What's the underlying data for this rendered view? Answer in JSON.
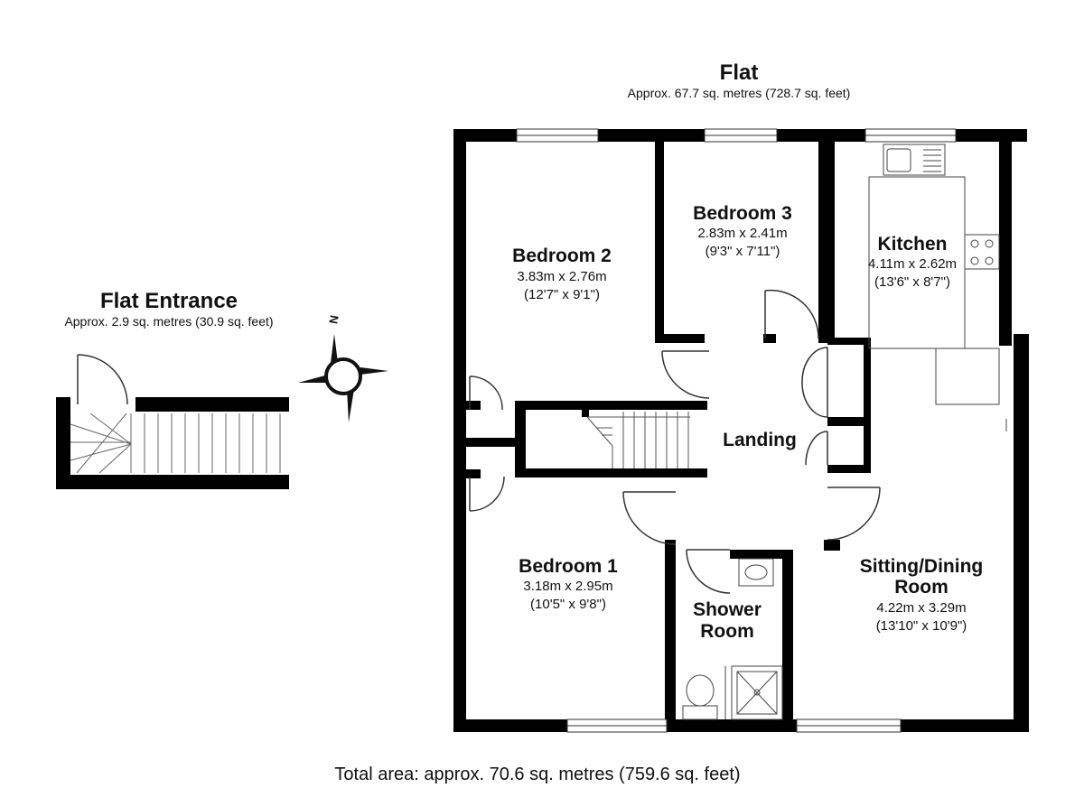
{
  "plan": {
    "title": "Flat",
    "area": "Approx. 67.7 sq. metres (728.7 sq. feet)",
    "total": "Total area: approx. 70.6 sq. metres (759.6 sq. feet)"
  },
  "entrance": {
    "title": "Flat Entrance",
    "area": "Approx. 2.9 sq. metres (30.9 sq. feet)"
  },
  "compass": {
    "north": "N"
  },
  "rooms": {
    "bedroom2": {
      "name": "Bedroom 2",
      "metric": "3.83m x 2.76m",
      "imperial": "(12'7\" x 9'1\")"
    },
    "bedroom3": {
      "name": "Bedroom 3",
      "metric": "2.83m x 2.41m",
      "imperial": "(9'3\" x 7'11\")"
    },
    "kitchen": {
      "name": "Kitchen",
      "metric": "4.11m x 2.62m",
      "imperial": "(13'6\" x 8'7\")"
    },
    "landing": {
      "name": "Landing"
    },
    "bedroom1": {
      "name": "Bedroom 1",
      "metric": "3.18m x 2.95m",
      "imperial": "(10'5\" x 9'8\")"
    },
    "shower": {
      "name_line1": "Shower",
      "name_line2": "Room"
    },
    "sitting": {
      "name_line1": "Sitting/Dining",
      "name_line2": "Room",
      "metric": "4.22m x 3.29m",
      "imperial": "(13'10\" x 10'9\")"
    }
  }
}
